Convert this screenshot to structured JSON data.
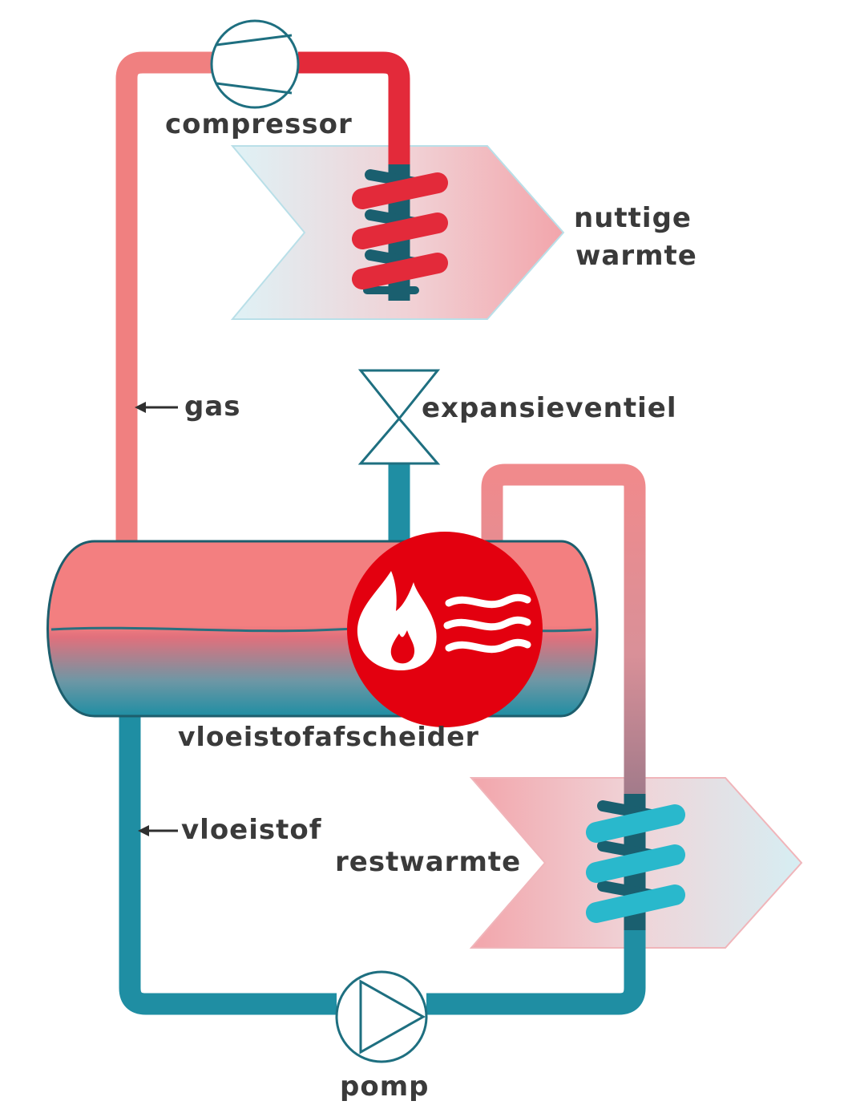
{
  "labels": {
    "compressor": "compressor",
    "useful_heat_line1": "nuttige",
    "useful_heat_line2": "warmte",
    "gas": "gas",
    "expansion_valve": "expansieventiel",
    "liquid_separator": "vloeistofafscheider",
    "liquid": "vloeistof",
    "residual_heat": "restwarmte",
    "pump": "pomp"
  },
  "colors": {
    "hot_pipe": "#f08080",
    "hot_coil": "#e32a3a",
    "cold_pipe": "#1f8ea3",
    "cold_coil": "#29b8cc",
    "logo_red": "#e3000f",
    "text": "#3a3a3a"
  },
  "icons": {
    "logo": "flame-heat-logo-icon",
    "compressor": "compressor-icon",
    "pump": "pump-icon",
    "valve": "expansion-valve-icon"
  }
}
